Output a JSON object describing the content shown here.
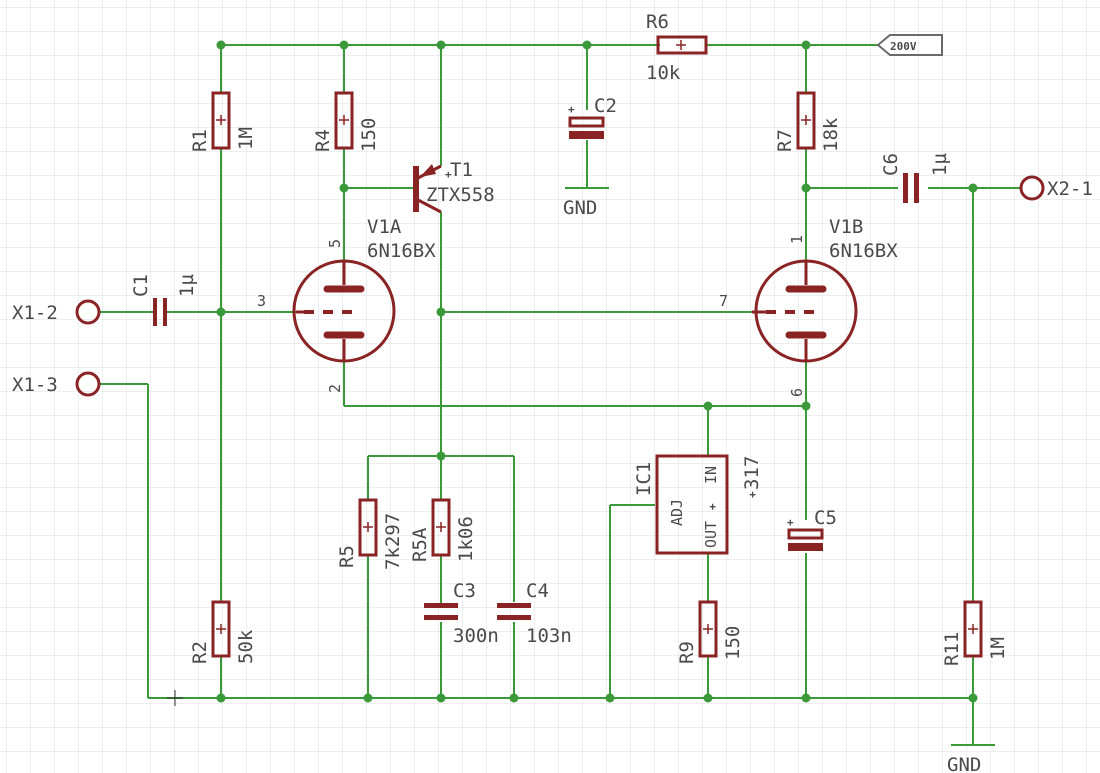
{
  "schematic": {
    "supply_label": "200V",
    "resistors": [
      {
        "id": "R6",
        "value": "10k"
      },
      {
        "id": "R1",
        "value": "1M"
      },
      {
        "id": "R4",
        "value": "150"
      },
      {
        "id": "R7",
        "value": "18k"
      },
      {
        "id": "R5",
        "value": "7k297"
      },
      {
        "id": "R5A",
        "value": "1k06"
      },
      {
        "id": "R2",
        "value": "50k"
      },
      {
        "id": "R9",
        "value": "150"
      },
      {
        "id": "R11",
        "value": "1M"
      }
    ],
    "capacitors": [
      {
        "id": "C1",
        "value": "1µ"
      },
      {
        "id": "C2",
        "value": ""
      },
      {
        "id": "C6",
        "value": "1µ"
      },
      {
        "id": "C3",
        "value": "300n"
      },
      {
        "id": "C4",
        "value": "103n"
      },
      {
        "id": "C5",
        "value": ""
      }
    ],
    "transistor": {
      "id": "T1",
      "value": "ZTX558"
    },
    "tubes": [
      {
        "id": "V1A",
        "value": "6N16BX",
        "pins": {
          "anode": "5",
          "grid": "3",
          "cathode": "2"
        }
      },
      {
        "id": "V1B",
        "value": "6N16BX",
        "pins": {
          "anode": "1",
          "grid": "7",
          "cathode": "6"
        }
      }
    ],
    "regulator": {
      "id": "IC1",
      "value": "317",
      "pins": {
        "adj": "ADJ",
        "out": "OUT",
        "in": "IN"
      }
    },
    "connectors": [
      "X1-2",
      "X1-3",
      "X2-1"
    ],
    "ground_labels": [
      "GND",
      "GND"
    ]
  }
}
